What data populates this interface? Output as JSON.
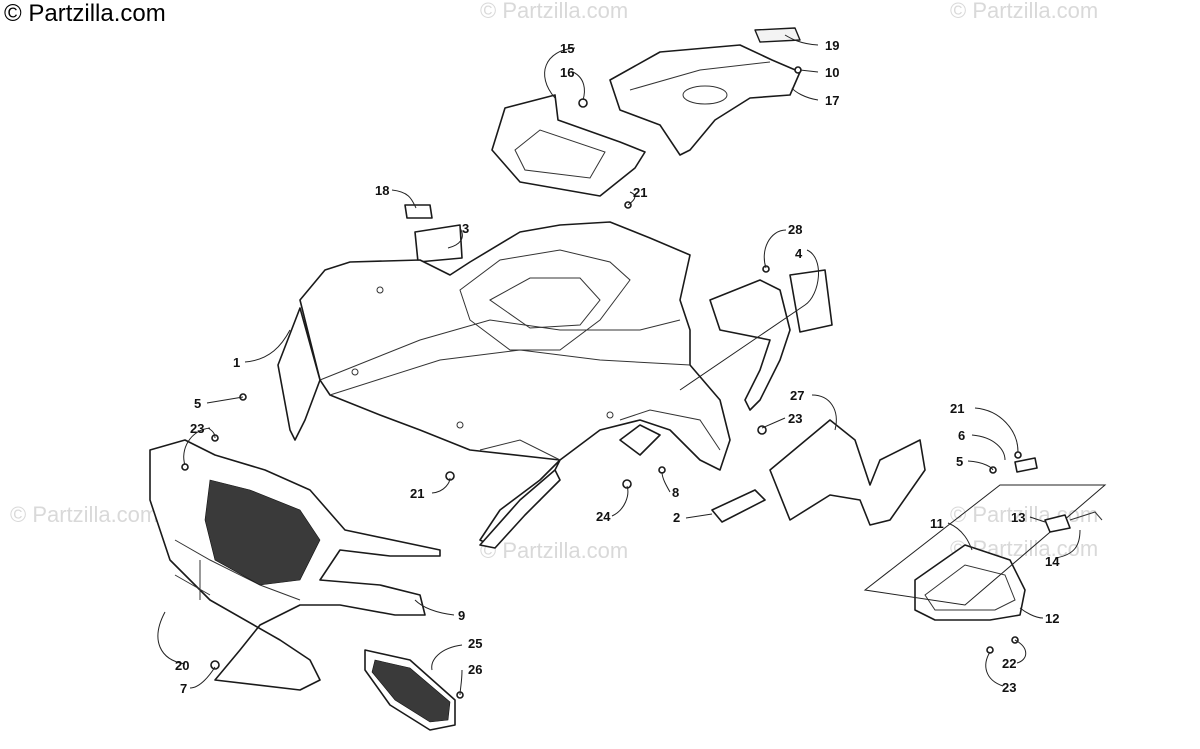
{
  "watermark": {
    "main": "© Partzilla.com",
    "faded": [
      "© Partzilla.com",
      "© Partzilla.com",
      "© Partzilla.com",
      "© Partzilla.com",
      "© Partzilla.com",
      "© Partzilla.com"
    ]
  },
  "callouts": [
    {
      "id": "c1",
      "label": "1"
    },
    {
      "id": "c2",
      "label": "2"
    },
    {
      "id": "c3",
      "label": "3"
    },
    {
      "id": "c4",
      "label": "4"
    },
    {
      "id": "c5a",
      "label": "5"
    },
    {
      "id": "c5b",
      "label": "5"
    },
    {
      "id": "c6",
      "label": "6"
    },
    {
      "id": "c7",
      "label": "7"
    },
    {
      "id": "c8",
      "label": "8"
    },
    {
      "id": "c9",
      "label": "9"
    },
    {
      "id": "c10",
      "label": "10"
    },
    {
      "id": "c11",
      "label": "11"
    },
    {
      "id": "c12",
      "label": "12"
    },
    {
      "id": "c13",
      "label": "13"
    },
    {
      "id": "c14",
      "label": "14"
    },
    {
      "id": "c15",
      "label": "15"
    },
    {
      "id": "c16",
      "label": "16"
    },
    {
      "id": "c17",
      "label": "17"
    },
    {
      "id": "c18",
      "label": "18"
    },
    {
      "id": "c19",
      "label": "19"
    },
    {
      "id": "c20",
      "label": "20"
    },
    {
      "id": "c21a",
      "label": "21"
    },
    {
      "id": "c21b",
      "label": "21"
    },
    {
      "id": "c21c",
      "label": "21"
    },
    {
      "id": "c22",
      "label": "22"
    },
    {
      "id": "c23a",
      "label": "23"
    },
    {
      "id": "c23b",
      "label": "23"
    },
    {
      "id": "c23c",
      "label": "23"
    },
    {
      "id": "c24",
      "label": "24"
    },
    {
      "id": "c25",
      "label": "25"
    },
    {
      "id": "c26",
      "label": "26"
    },
    {
      "id": "c27",
      "label": "27"
    },
    {
      "id": "c28",
      "label": "28"
    }
  ]
}
